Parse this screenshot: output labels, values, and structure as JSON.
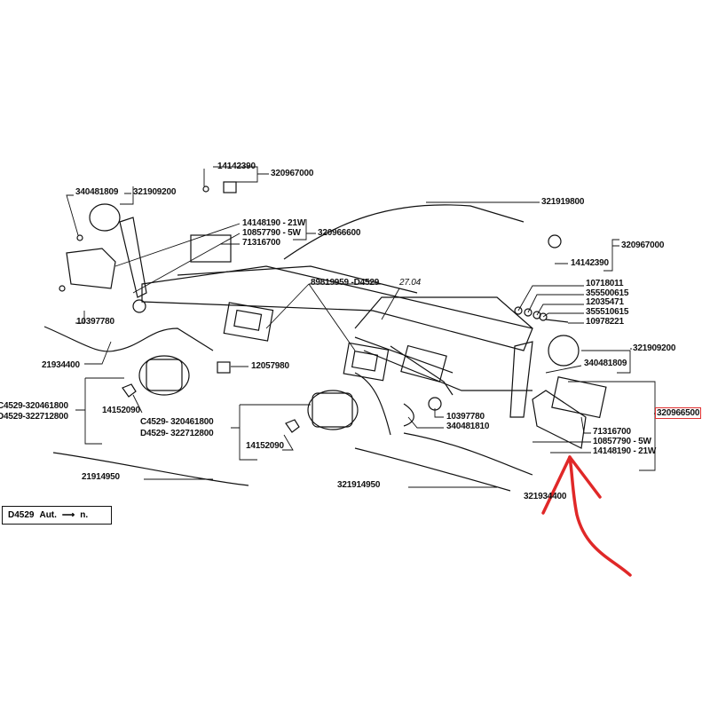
{
  "labels": {
    "top_bulb": "14142390",
    "top_lamp_set": "320967000",
    "left_bulb_small": "340481809",
    "left_indicator_set": "321909200",
    "left_bulb_21w": "14148190 - 21W",
    "left_bulb_5w": "10857790 - 5W",
    "left_lens": "71316700",
    "left_rear_lamp_set": "320966600",
    "right_cable": "321919800",
    "right_lamp_set": "320967000",
    "right_bulb": "14142390",
    "plate_bracket": "89819959 -D4529",
    "ref_2704": "27.04",
    "nut": "10718011",
    "washer1": "355500615",
    "washer2": "12035471",
    "washer3": "355510615",
    "bolt": "10978221",
    "grommet_left": "10397780",
    "harness_left": "21934400",
    "connector": "12057980",
    "right_indicator_set": "321909200",
    "right_bulb_small": "340481809",
    "left_headlamp_c": "C4529-320461800",
    "left_headlamp_d": "D4529-322712800",
    "left_h_bulb": "14152090",
    "grommet_right": "10397780",
    "clip_right": "340481810",
    "mid_headlamp_c": "C4529- 320461800",
    "mid_headlamp_d": "D4529- 322712800",
    "mid_h_bulb": "14152090",
    "right_rear_lamp_set": "320966500",
    "right_lens": "71316700",
    "right_bulb_5w": "10857790 - 5W",
    "right_bulb_21w": "14148190 - 21W",
    "cable_left": "21914950",
    "cable_mid": "321914950",
    "harness_right": "321934400"
  },
  "legend": {
    "model": "D4529",
    "text": "Aut.",
    "arrow": "⟶",
    "suffix": "n."
  },
  "colors": {
    "line": "#111111",
    "highlight": "#e02828"
  }
}
